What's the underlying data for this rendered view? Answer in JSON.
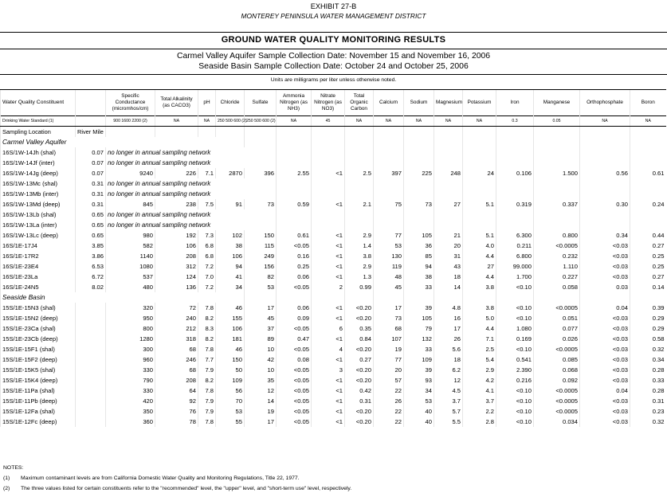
{
  "exhibit": "EXHIBIT 27-B",
  "district": "MONTEREY PENINSULA WATER MANAGEMENT DISTRICT",
  "report_title": "GROUND WATER QUALITY MONITORING RESULTS",
  "cv_dates": "Carmel Valley Aquifer Sample Collection Date:  November 15 and November 16, 2006",
  "sb_dates": "Seaside Basin Sample Collection Date: October 24 and October 25, 2006",
  "units_note": "Units are milligrams per liter unless otherwise noted.",
  "header": {
    "constituent": "Water Quality Constituent",
    "columns": [
      "Specific Conductance (micromhos/cm)",
      "Total Alkalinity (as CACO3)",
      "pH",
      "Chloride",
      "Sulfate",
      "Ammonia Nitrogen (as NH3)",
      "Nitrate Nitrogen (as NO3)",
      "Total Organic Carbon",
      "Calcium",
      "Sodium",
      "Magnesium",
      "Potassium",
      "Iron",
      "Manganese",
      "Orthophosphate",
      "Boron"
    ],
    "standard_label": "Drinking Water Standard (1)",
    "standards": [
      "900 1600 2200 (2)",
      "NA",
      "NA",
      "250 500 600 (2)",
      "250 500 600 (2)",
      "NA",
      "45",
      "NA",
      "NA",
      "NA",
      "NA",
      "NA",
      "0.3",
      "0.05",
      "NA",
      "NA"
    ],
    "sampling_location": "Sampling Location",
    "river_mile": "River Mile"
  },
  "carmel_label": "Carmel Valley Aquifer",
  "seaside_label": "Seaside Basin",
  "not_sampled_note": "no longer in annual sampling network",
  "carmel_rows": [
    {
      "loc": "16S/1W-14Jh (shal)",
      "rm": "0.07",
      "note": true
    },
    {
      "loc": "16S/1W-14Jf (inter)",
      "rm": "0.07",
      "note": true
    },
    {
      "loc": "16S/1W-14Jg (deep)",
      "rm": "0.07",
      "v": [
        "9240",
        "226",
        "7.1",
        "2870",
        "396",
        "2.55",
        "<1",
        "2.5",
        "397",
        "225",
        "248",
        "24",
        "0.106",
        "1.500",
        "0.56",
        "0.61"
      ]
    },
    {
      "loc": "16S/1W-13Mc (shal)",
      "rm": "0.31",
      "note": true
    },
    {
      "loc": "16S/1W-13Mb (inter)",
      "rm": "0.31",
      "note": true
    },
    {
      "loc": "16S/1W-13Md (deep)",
      "rm": "0.31",
      "v": [
        "845",
        "238",
        "7.5",
        "91",
        "73",
        "0.59",
        "<1",
        "2.1",
        "75",
        "73",
        "27",
        "5.1",
        "0.319",
        "0.337",
        "0.30",
        "0.24"
      ]
    },
    {
      "loc": "16S/1W-13Lb (shal)",
      "rm": "0.65",
      "note": true
    },
    {
      "loc": "16S/1W-13La (inter)",
      "rm": "0.65",
      "note": true
    },
    {
      "loc": "16S/1W-13Lc (deep)",
      "rm": "0.65",
      "v": [
        "980",
        "192",
        "7.3",
        "102",
        "150",
        "0.61",
        "<1",
        "2.9",
        "77",
        "105",
        "21",
        "5.1",
        "6.300",
        "0.800",
        "0.34",
        "0.44"
      ]
    },
    {
      "loc": "16S/1E-17J4",
      "rm": "3.85",
      "v": [
        "582",
        "106",
        "6.8",
        "38",
        "115",
        "<0.05",
        "<1",
        "1.4",
        "53",
        "36",
        "20",
        "4.0",
        "0.211",
        "<0.0005",
        "<0.03",
        "0.27"
      ]
    },
    {
      "loc": "16S/1E-17R2",
      "rm": "3.86",
      "v": [
        "1140",
        "208",
        "6.8",
        "106",
        "249",
        "0.16",
        "<1",
        "3.8",
        "130",
        "85",
        "31",
        "4.4",
        "6.800",
        "0.232",
        "<0.03",
        "0.25"
      ]
    },
    {
      "loc": "16S/1E-23E4",
      "rm": "6.53",
      "v": [
        "1080",
        "312",
        "7.2",
        "94",
        "156",
        "0.25",
        "<1",
        "2.9",
        "119",
        "94",
        "43",
        "27",
        "99.000",
        "1.110",
        "<0.03",
        "0.25"
      ]
    },
    {
      "loc": "16S/1E-23La",
      "rm": "6.72",
      "v": [
        "537",
        "124",
        "7.0",
        "41",
        "82",
        "0.06",
        "<1",
        "1.3",
        "48",
        "38",
        "18",
        "4.4",
        "1.700",
        "0.227",
        "<0.03",
        "0.27"
      ]
    },
    {
      "loc": "16S/1E-24N5",
      "rm": "8.02",
      "v": [
        "480",
        "136",
        "7.2",
        "34",
        "53",
        "<0.05",
        "2",
        "0.99",
        "45",
        "33",
        "14",
        "3.8",
        "<0.10",
        "0.058",
        "0.03",
        "0.14"
      ]
    }
  ],
  "seaside_rows": [
    {
      "loc": "15S/1E-15N3 (shal)",
      "v": [
        "320",
        "72",
        "7.8",
        "46",
        "17",
        "0.06",
        "<1",
        "<0.20",
        "17",
        "39",
        "4.8",
        "3.8",
        "<0.10",
        "<0.0005",
        "0.04",
        "0.39"
      ]
    },
    {
      "loc": "15S/1E-15N2 (deep)",
      "v": [
        "950",
        "240",
        "8.2",
        "155",
        "45",
        "0.09",
        "<1",
        "<0.20",
        "73",
        "105",
        "16",
        "5.0",
        "<0.10",
        "0.051",
        "<0.03",
        "0.29"
      ]
    },
    {
      "loc": "15S/1E-23Ca (shal)",
      "v": [
        "800",
        "212",
        "8.3",
        "106",
        "37",
        "<0.05",
        "6",
        "0.35",
        "68",
        "79",
        "17",
        "4.4",
        "1.080",
        "0.077",
        "<0.03",
        "0.29"
      ]
    },
    {
      "loc": "15S/1E-23Cb (deep)",
      "v": [
        "1280",
        "318",
        "8.2",
        "181",
        "89",
        "0.47",
        "<1",
        "0.84",
        "107",
        "132",
        "26",
        "7.1",
        "0.169",
        "0.026",
        "<0.03",
        "0.58"
      ]
    },
    {
      "loc": "15S/1E-15F1 (shal)",
      "v": [
        "300",
        "68",
        "7.8",
        "46",
        "10",
        "<0.05",
        "4",
        "<0.20",
        "19",
        "33",
        "5.6",
        "2.5",
        "<0.10",
        "<0.0005",
        "<0.03",
        "0.32"
      ]
    },
    {
      "loc": "15S/1E-15F2 (deep)",
      "v": [
        "960",
        "246",
        "7.7",
        "150",
        "42",
        "0.08",
        "<1",
        "0.27",
        "77",
        "109",
        "18",
        "5.4",
        "0.541",
        "0.085",
        "<0.03",
        "0.34"
      ]
    },
    {
      "loc": "15S/1E-15K5 (shal)",
      "v": [
        "330",
        "68",
        "7.9",
        "50",
        "10",
        "<0.05",
        "3",
        "<0.20",
        "20",
        "39",
        "6.2",
        "2.9",
        "2.390",
        "0.068",
        "<0.03",
        "0.28"
      ]
    },
    {
      "loc": "15S/1E-15K4 (deep)",
      "v": [
        "790",
        "208",
        "8.2",
        "109",
        "35",
        "<0.05",
        "<1",
        "<0.20",
        "57",
        "93",
        "12",
        "4.2",
        "0.216",
        "0.092",
        "<0.03",
        "0.33"
      ]
    },
    {
      "loc": "15S/1E-11Pa (shal)",
      "v": [
        "330",
        "64",
        "7.8",
        "56",
        "12",
        "<0.05",
        "<1",
        "0.42",
        "22",
        "34",
        "4.5",
        "4.1",
        "<0.10",
        "<0.0005",
        "0.04",
        "0.28"
      ]
    },
    {
      "loc": "15S/1E-11Pb (deep)",
      "v": [
        "420",
        "92",
        "7.9",
        "70",
        "14",
        "<0.05",
        "<1",
        "0.31",
        "26",
        "53",
        "3.7",
        "3.7",
        "<0.10",
        "<0.0005",
        "<0.03",
        "0.31"
      ]
    },
    {
      "loc": "15S/1E-12Fa (shal)",
      "v": [
        "350",
        "76",
        "7.9",
        "53",
        "19",
        "<0.05",
        "<1",
        "<0.20",
        "22",
        "40",
        "5.7",
        "2.2",
        "<0.10",
        "<0.0005",
        "<0.03",
        "0.23"
      ]
    },
    {
      "loc": "15S/1E-12Fc (deep)",
      "v": [
        "360",
        "78",
        "7.8",
        "55",
        "17",
        "<0.05",
        "<1",
        "<0.20",
        "22",
        "40",
        "5.5",
        "2.8",
        "<0.10",
        "0.034",
        "<0.03",
        "0.32"
      ]
    }
  ],
  "notes_label": "NOTES:",
  "notes": [
    {
      "n": "(1)",
      "t": "Maximum contaminant levels are from California Domestic Water Quality and Monitoring Regulations, Title 22, 1977."
    },
    {
      "n": "(2)",
      "t": "The three values listed for certain constituents refer to the \"recommended\" level, the \"upper\" level, and \"short-term use\" level, respectively."
    }
  ]
}
